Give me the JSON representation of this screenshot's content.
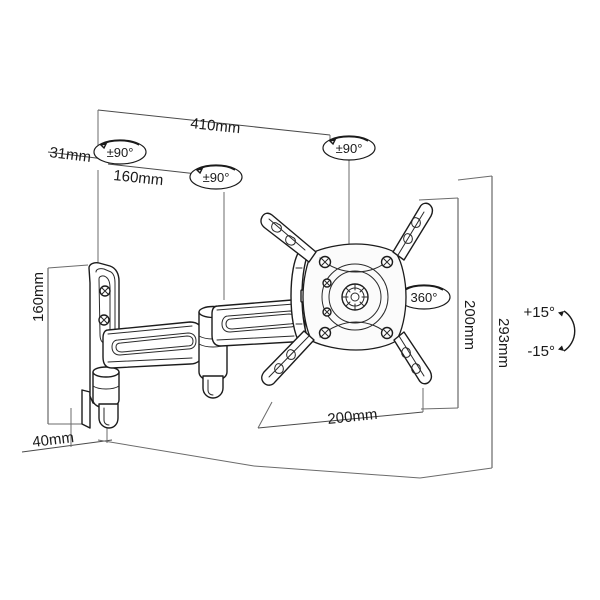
{
  "drawing": {
    "title": "TV Wall Mount Bracket Dimensional Drawing",
    "line_color": "#1c1c1c",
    "dimension_color": "#4a4a4a",
    "background": "#ffffff"
  },
  "dimensions": {
    "extension_max": "410mm",
    "extension_mid": "160mm",
    "wall_offset": "31mm",
    "plate_height": "160mm",
    "plate_depth": "40mm",
    "vesa_vertical": "200mm",
    "vesa_horizontal": "200mm",
    "total_height": "293mm"
  },
  "callouts": {
    "swivel_arm1": "±90°",
    "swivel_arm2": "±90°",
    "swivel_arm3": "±90°",
    "rotation": "360°"
  },
  "tilt": {
    "up": "+15°",
    "down": "-15°"
  }
}
